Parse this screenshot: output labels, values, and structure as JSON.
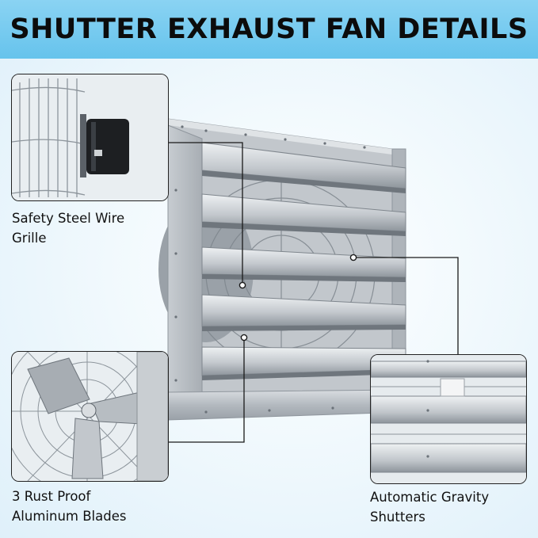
{
  "banner": {
    "title": "SHUTTER EXHAUST FAN DETAILS"
  },
  "features": [
    {
      "icon": "grille-closeup",
      "lines": [
        "Safety Steel Wire",
        "Grille"
      ]
    },
    {
      "icon": "blades-closeup",
      "lines": [
        "3 Rust Proof",
        "Aluminum Blades"
      ]
    },
    {
      "icon": "shutters-closeup",
      "lines": [
        "Automatic Gravity",
        "Shutters"
      ]
    }
  ],
  "colors": {
    "banner": "#74c9ef",
    "text": "#111111",
    "aluminum": "#b9bec3",
    "leader": "#1a1a1a"
  }
}
